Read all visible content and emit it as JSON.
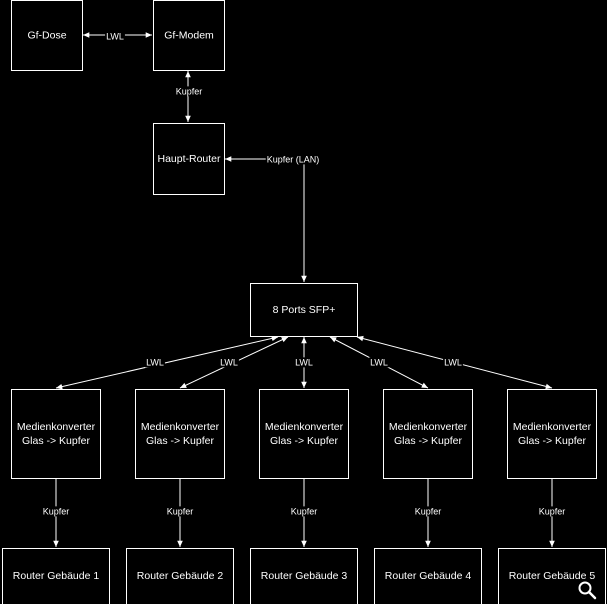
{
  "nodes": [
    {
      "id": "gf-dose",
      "lines": [
        "Gf-Dose"
      ]
    },
    {
      "id": "gf-modem",
      "lines": [
        "Gf-Modem"
      ]
    },
    {
      "id": "haupt-router",
      "lines": [
        "Haupt-Router"
      ]
    },
    {
      "id": "switch-sfp",
      "lines": [
        "8 Ports SFP+"
      ]
    },
    {
      "id": "mk1",
      "lines": [
        "Medienkonverter",
        "Glas -> Kupfer"
      ]
    },
    {
      "id": "mk2",
      "lines": [
        "Medienkonverter",
        "Glas -> Kupfer"
      ]
    },
    {
      "id": "mk3",
      "lines": [
        "Medienkonverter",
        "Glas -> Kupfer"
      ]
    },
    {
      "id": "mk4",
      "lines": [
        "Medienkonverter",
        "Glas -> Kupfer"
      ]
    },
    {
      "id": "mk5",
      "lines": [
        "Medienkonverter",
        "Glas -> Kupfer"
      ]
    },
    {
      "id": "r1",
      "lines": [
        "Router Gebäude 1"
      ]
    },
    {
      "id": "r2",
      "lines": [
        "Router Gebäude 2"
      ]
    },
    {
      "id": "r3",
      "lines": [
        "Router Gebäude 3"
      ]
    },
    {
      "id": "r4",
      "lines": [
        "Router Gebäude 4"
      ]
    },
    {
      "id": "r5",
      "lines": [
        "Router Gebäude 5"
      ]
    }
  ],
  "edges": [
    {
      "id": "dose-modem",
      "from": "gf-dose",
      "to": "gf-modem",
      "label": "LWL",
      "direction": "both"
    },
    {
      "id": "modem-router",
      "from": "gf-modem",
      "to": "haupt-router",
      "label": "Kupfer",
      "direction": "both"
    },
    {
      "id": "switch-router",
      "from": "switch-sfp",
      "to": "haupt-router",
      "label": "Kupfer (LAN)",
      "direction": "both"
    },
    {
      "id": "sw-mk1",
      "from": "switch-sfp",
      "to": "mk1",
      "label": "LWL",
      "direction": "both"
    },
    {
      "id": "sw-mk2",
      "from": "switch-sfp",
      "to": "mk2",
      "label": "LWL",
      "direction": "both"
    },
    {
      "id": "sw-mk3",
      "from": "switch-sfp",
      "to": "mk3",
      "label": "LWL",
      "direction": "both"
    },
    {
      "id": "sw-mk4",
      "from": "switch-sfp",
      "to": "mk4",
      "label": "LWL",
      "direction": "both"
    },
    {
      "id": "sw-mk5",
      "from": "switch-sfp",
      "to": "mk5",
      "label": "LWL",
      "direction": "both"
    },
    {
      "id": "mk1-r1",
      "from": "mk1",
      "to": "r1",
      "label": "Kupfer",
      "direction": "forward"
    },
    {
      "id": "mk2-r2",
      "from": "mk2",
      "to": "r2",
      "label": "Kupfer",
      "direction": "forward"
    },
    {
      "id": "mk3-r3",
      "from": "mk3",
      "to": "r3",
      "label": "Kupfer",
      "direction": "forward"
    },
    {
      "id": "mk4-r4",
      "from": "mk4",
      "to": "r4",
      "label": "Kupfer",
      "direction": "forward"
    },
    {
      "id": "mk5-r5",
      "from": "mk5",
      "to": "r5",
      "label": "Kupfer",
      "direction": "forward"
    }
  ],
  "colors": {
    "background": "#000000",
    "stroke": "#ffffff",
    "text": "#ffffff"
  },
  "icons": {
    "zoom": "magnifier-icon"
  }
}
